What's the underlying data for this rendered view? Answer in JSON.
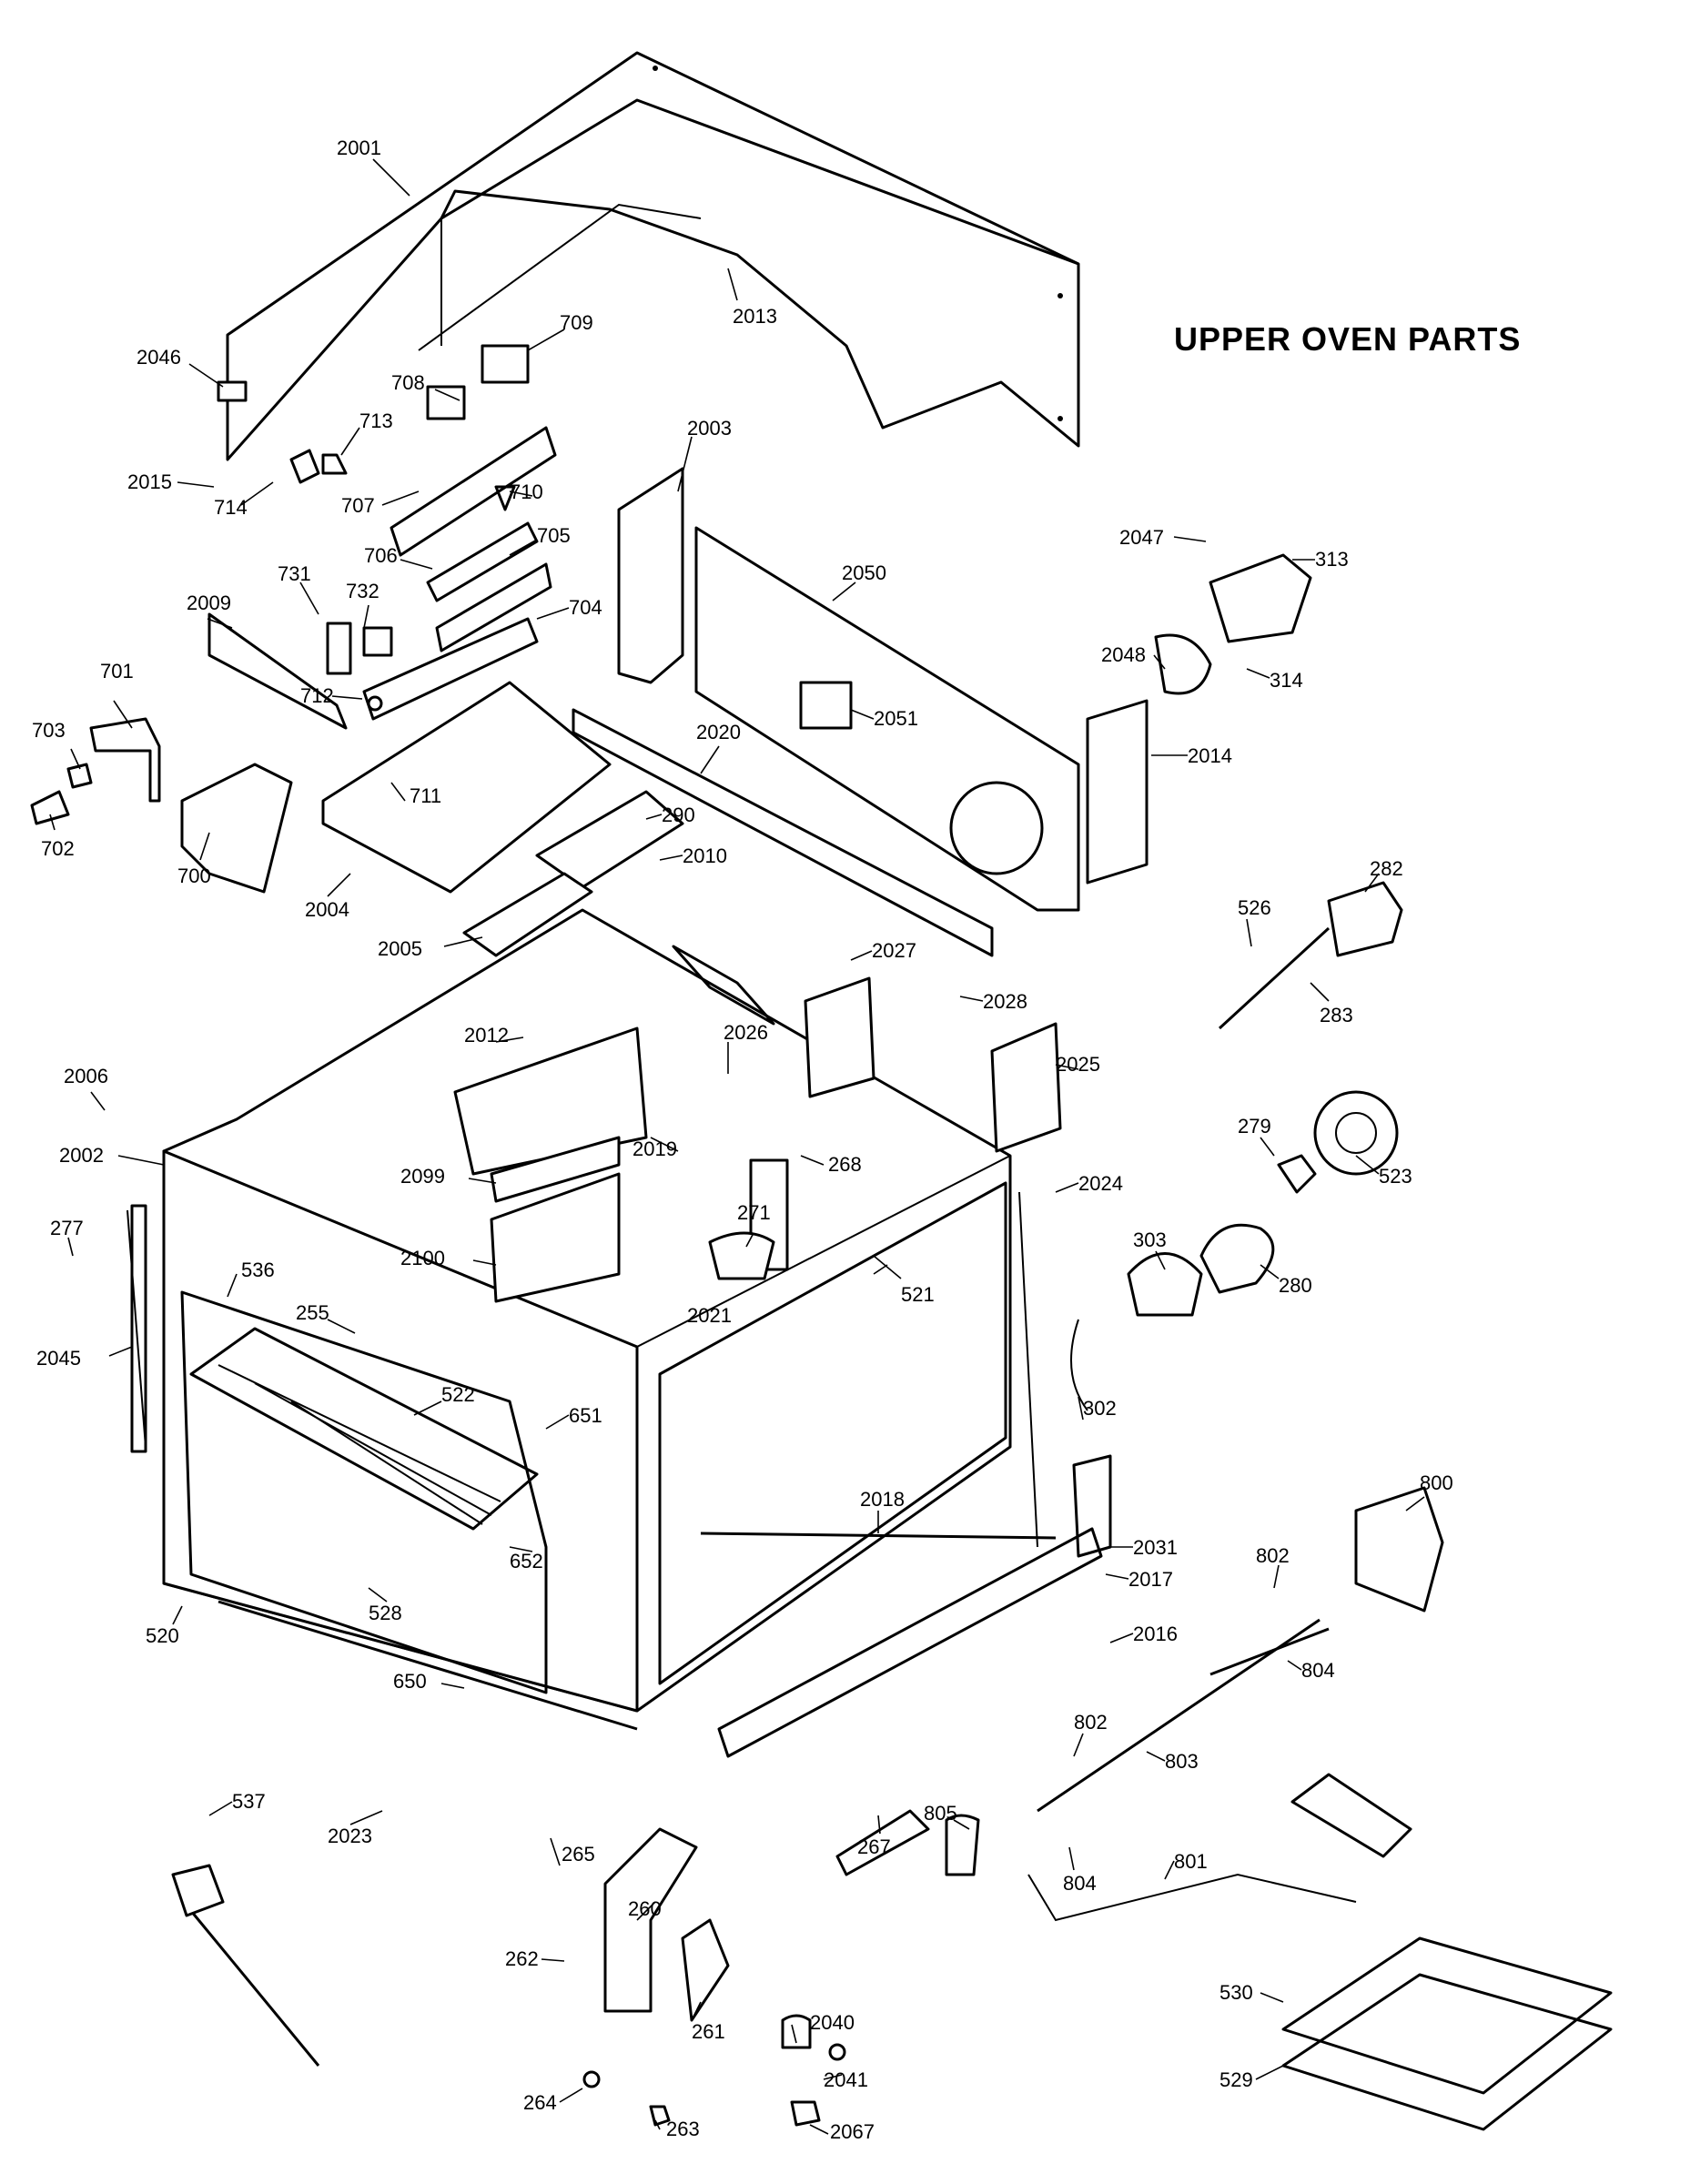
{
  "title": "UPPER OVEN PARTS",
  "labels": [
    "2001",
    "2013",
    "2046",
    "709",
    "708",
    "713",
    "2015",
    "714",
    "707",
    "710",
    "2003",
    "2050",
    "2047",
    "313",
    "706",
    "705",
    "731",
    "732",
    "2009",
    "704",
    "2048",
    "314",
    "701",
    "712",
    "703",
    "2051",
    "2014",
    "711",
    "2020",
    "702",
    "700",
    "290",
    "2004",
    "2010",
    "282",
    "526",
    "2005",
    "2027",
    "2028",
    "283",
    "2026",
    "2012",
    "2006",
    "2025",
    "2002",
    "2019",
    "268",
    "279",
    "523",
    "2099",
    "2024",
    "277",
    "271",
    "536",
    "303",
    "2100",
    "280",
    "255",
    "521",
    "2021",
    "2045",
    "522",
    "651",
    "302",
    "2018",
    "800",
    "2031",
    "652",
    "802",
    "2017",
    "528",
    "520",
    "2016",
    "804",
    "650",
    "802",
    "803",
    "537",
    "2023",
    "265",
    "267",
    "805",
    "804",
    "801",
    "260",
    "262",
    "530",
    "2040",
    "261",
    "264",
    "2041",
    "529",
    "263",
    "2067"
  ]
}
